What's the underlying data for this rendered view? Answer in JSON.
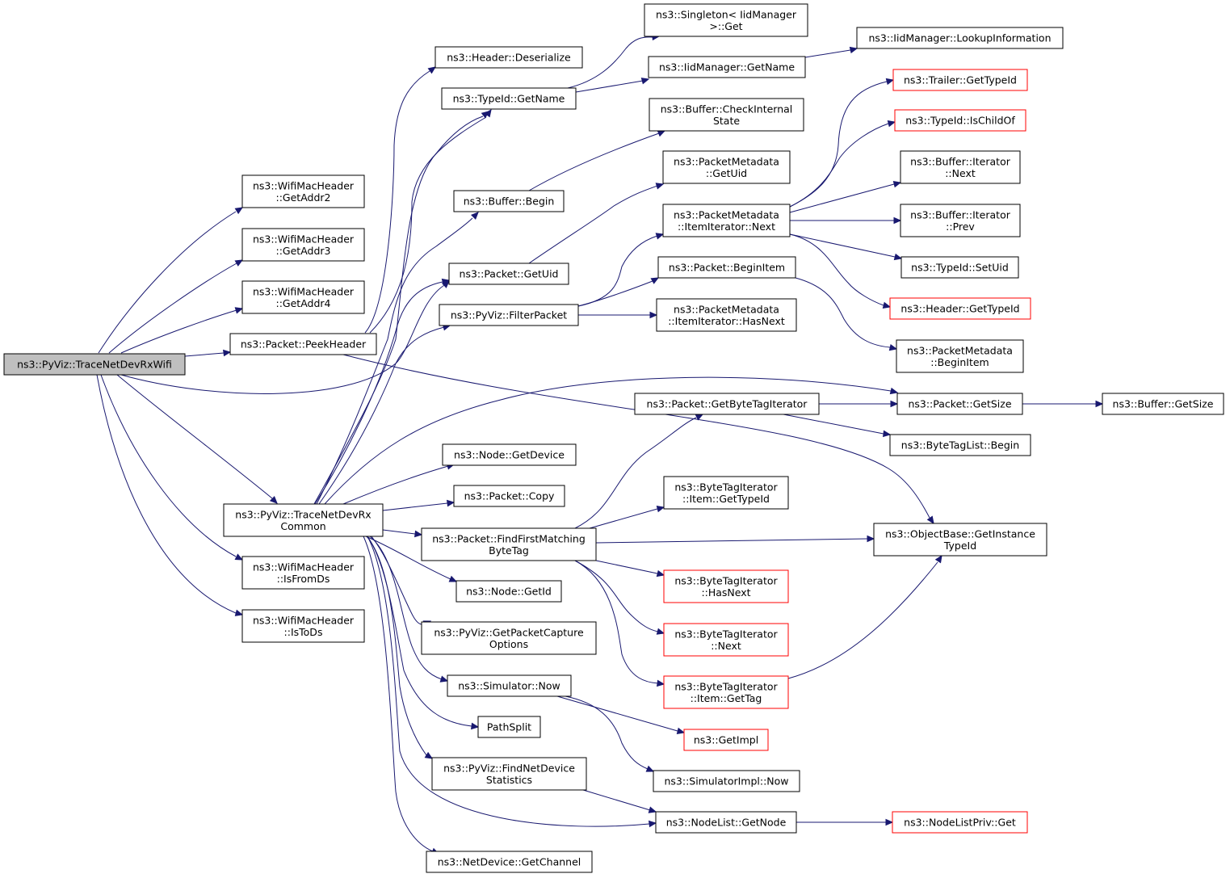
{
  "graph": {
    "edge_color": "#191970",
    "root_fill": "#bfbfbf",
    "external_border_color": "#ff0000",
    "nodes": [
      {
        "id": "root",
        "lines": [
          "ns3::PyViz::TraceNetDevRxWifi"
        ],
        "style": "root"
      },
      {
        "id": "addr2",
        "lines": [
          "ns3::WifiMacHeader",
          "::GetAddr2"
        ]
      },
      {
        "id": "addr3",
        "lines": [
          "ns3::WifiMacHeader",
          "::GetAddr3"
        ]
      },
      {
        "id": "addr4",
        "lines": [
          "ns3::WifiMacHeader",
          "::GetAddr4"
        ]
      },
      {
        "id": "peek",
        "lines": [
          "ns3::Packet::PeekHeader"
        ]
      },
      {
        "id": "rxcommon",
        "lines": [
          "ns3::PyViz::TraceNetDevRx",
          "Common"
        ]
      },
      {
        "id": "isfromds",
        "lines": [
          "ns3::WifiMacHeader",
          "::IsFromDs"
        ]
      },
      {
        "id": "istods",
        "lines": [
          "ns3::WifiMacHeader",
          "::IsToDs"
        ]
      },
      {
        "id": "hdrdeser",
        "lines": [
          "ns3::Header::Deserialize"
        ]
      },
      {
        "id": "tidname",
        "lines": [
          "ns3::TypeId::GetName"
        ]
      },
      {
        "id": "bufbegin",
        "lines": [
          "ns3::Buffer::Begin"
        ]
      },
      {
        "id": "getuid",
        "lines": [
          "ns3::Packet::GetUid"
        ]
      },
      {
        "id": "filter",
        "lines": [
          "ns3::PyViz::FilterPacket"
        ]
      },
      {
        "id": "nodedev",
        "lines": [
          "ns3::Node::GetDevice"
        ]
      },
      {
        "id": "copy",
        "lines": [
          "ns3::Packet::Copy"
        ]
      },
      {
        "id": "ffmbt",
        "lines": [
          "ns3::Packet::FindFirstMatching",
          "ByteTag"
        ]
      },
      {
        "id": "nodeid",
        "lines": [
          "ns3::Node::GetId"
        ]
      },
      {
        "id": "pcapopt",
        "lines": [
          "ns3::PyViz::GetPacketCapture",
          "Options"
        ]
      },
      {
        "id": "simnow",
        "lines": [
          "ns3::Simulator::Now"
        ]
      },
      {
        "id": "pathsplit",
        "lines": [
          "PathSplit"
        ]
      },
      {
        "id": "findstats",
        "lines": [
          "ns3::PyViz::FindNetDevice",
          "Statistics"
        ]
      },
      {
        "id": "getchan",
        "lines": [
          "ns3::NetDevice::GetChannel"
        ]
      },
      {
        "id": "singleton",
        "lines": [
          "ns3::Singleton< IidManager",
          ">::Get"
        ]
      },
      {
        "id": "iidname",
        "lines": [
          "ns3::IidManager::GetName"
        ]
      },
      {
        "id": "checkint",
        "lines": [
          "ns3::Buffer::CheckInternal",
          "State"
        ]
      },
      {
        "id": "pmuid",
        "lines": [
          "ns3::PacketMetadata",
          "::GetUid"
        ]
      },
      {
        "id": "itnext",
        "lines": [
          "ns3::PacketMetadata",
          "::ItemIterator::Next"
        ]
      },
      {
        "id": "beginitem",
        "lines": [
          "ns3::Packet::BeginItem"
        ]
      },
      {
        "id": "hasnext",
        "lines": [
          "ns3::PacketMetadata",
          "::ItemIterator::HasNext"
        ]
      },
      {
        "id": "gbti",
        "lines": [
          "ns3::Packet::GetByteTagIterator"
        ]
      },
      {
        "id": "btigettid",
        "lines": [
          "ns3::ByteTagIterator",
          "::Item::GetTypeId"
        ]
      },
      {
        "id": "btihasnext",
        "lines": [
          "ns3::ByteTagIterator",
          "::HasNext"
        ],
        "style": "red"
      },
      {
        "id": "btinext",
        "lines": [
          "ns3::ByteTagIterator",
          "::Next"
        ],
        "style": "red"
      },
      {
        "id": "btigettag",
        "lines": [
          "ns3::ByteTagIterator",
          "::Item::GetTag"
        ],
        "style": "red"
      },
      {
        "id": "getimpl",
        "lines": [
          "ns3::GetImpl"
        ],
        "style": "red"
      },
      {
        "id": "simimplnow",
        "lines": [
          "ns3::SimulatorImpl::Now"
        ]
      },
      {
        "id": "nlgetnode",
        "lines": [
          "ns3::NodeList::GetNode"
        ]
      },
      {
        "id": "lookup",
        "lines": [
          "ns3::IidManager::LookupInformation"
        ]
      },
      {
        "id": "trailer",
        "lines": [
          "ns3::Trailer::GetTypeId"
        ],
        "style": "red"
      },
      {
        "id": "ischild",
        "lines": [
          "ns3::TypeId::IsChildOf"
        ],
        "style": "red"
      },
      {
        "id": "bitnext",
        "lines": [
          "ns3::Buffer::Iterator",
          "::Next"
        ]
      },
      {
        "id": "bitprev",
        "lines": [
          "ns3::Buffer::Iterator",
          "::Prev"
        ]
      },
      {
        "id": "setuid",
        "lines": [
          "ns3::TypeId::SetUid"
        ]
      },
      {
        "id": "hdrtid",
        "lines": [
          "ns3::Header::GetTypeId"
        ],
        "style": "red"
      },
      {
        "id": "pmbegin",
        "lines": [
          "ns3::PacketMetadata",
          "::BeginItem"
        ]
      },
      {
        "id": "pktsize",
        "lines": [
          "ns3::Packet::GetSize"
        ]
      },
      {
        "id": "btlbegin",
        "lines": [
          "ns3::ByteTagList::Begin"
        ]
      },
      {
        "id": "objinst",
        "lines": [
          "ns3::ObjectBase::GetInstance",
          "TypeId"
        ]
      },
      {
        "id": "nlpget",
        "lines": [
          "ns3::NodeListPriv::Get"
        ],
        "style": "red"
      },
      {
        "id": "bufsize",
        "lines": [
          "ns3::Buffer::GetSize"
        ]
      }
    ]
  }
}
